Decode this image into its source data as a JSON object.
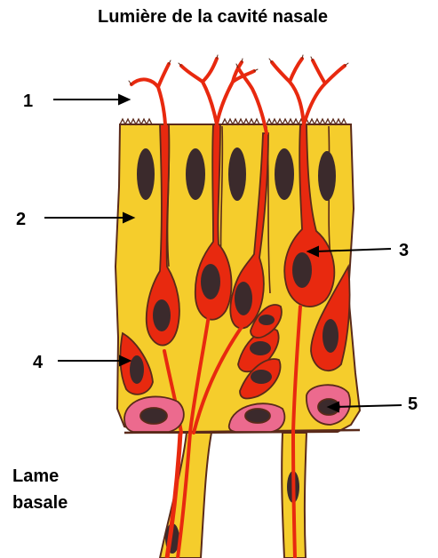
{
  "title": "Lumière de la cavité nasale",
  "labels": {
    "l1": "1",
    "l2": "2",
    "l3": "3",
    "l4": "4",
    "l5": "5",
    "lame_line1": "Lame",
    "lame_line2": "basale"
  },
  "colors": {
    "supporting_cell": "#f5cd2c",
    "olfactory_neuron": "#e8290f",
    "basal_cell": "#ec6a8e",
    "nucleus": "#3b2a2c",
    "outline": "#5a2a1a"
  }
}
